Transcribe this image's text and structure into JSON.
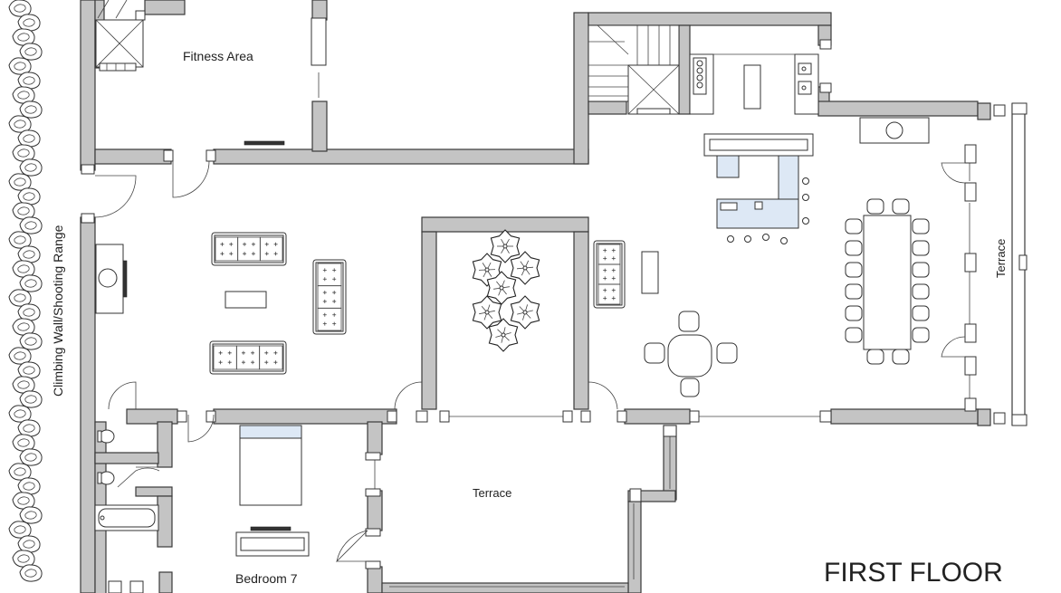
{
  "plan": {
    "floor_title": "FIRST FLOOR",
    "labels": {
      "fitness": "Fitness Area",
      "climbing": "Climbing Wall/Shooting Range",
      "terrace_right": "Terrace",
      "terrace_bottom": "Terrace",
      "bedroom": "Bedroom 7"
    }
  }
}
